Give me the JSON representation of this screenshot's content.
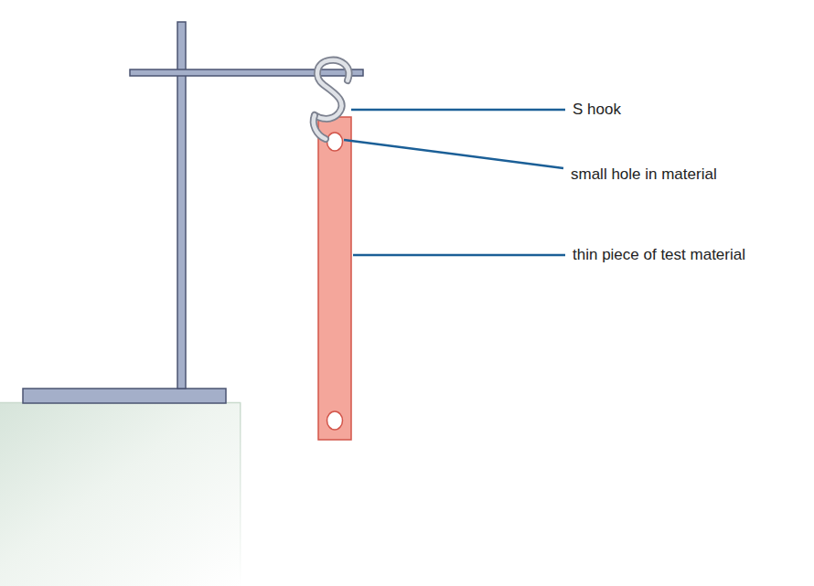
{
  "diagram": {
    "labels": [
      "S hook",
      "small hole in material",
      "thin piece of test material"
    ]
  }
}
